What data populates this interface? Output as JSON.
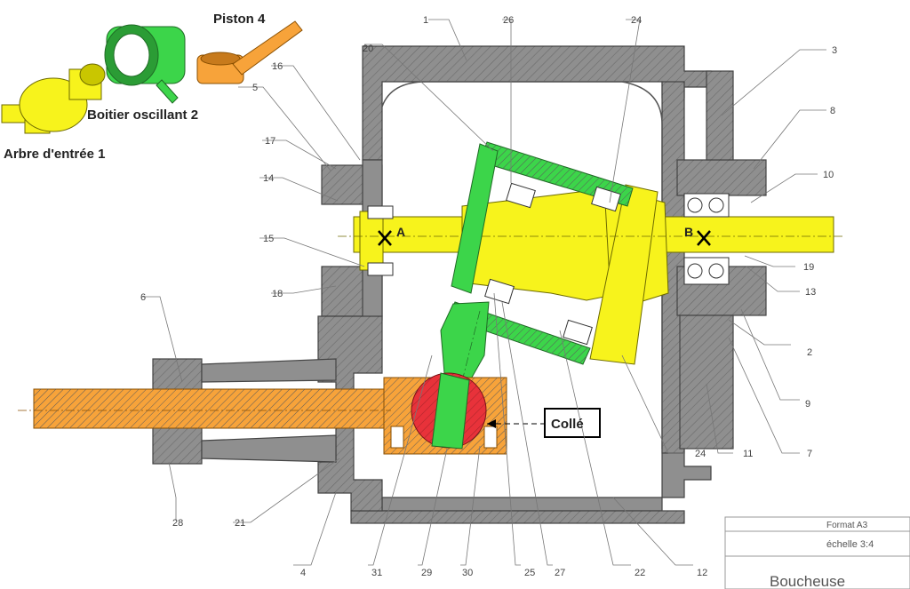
{
  "labels": {
    "piston": "Piston 4",
    "boitier": "Boitier oscillant 2",
    "arbre": "Arbre d'entrée 1",
    "colle": "Collé",
    "point_a": "A",
    "point_b": "B"
  },
  "part_numbers": {
    "n1": "1",
    "n2": "2",
    "n3": "3",
    "n4": "4",
    "n5": "5",
    "n6": "6",
    "n7": "7",
    "n8": "8",
    "n9": "9",
    "n10": "10",
    "n11": "11",
    "n12": "12",
    "n13": "13",
    "n14": "14",
    "n15": "15",
    "n16": "16",
    "n17": "17",
    "n18": "18",
    "n19": "19",
    "n20": "20",
    "n21": "21",
    "n22": "22",
    "n24a": "24",
    "n24b": "24",
    "n25": "25",
    "n26": "26",
    "n27": "27",
    "n28": "28",
    "n29": "29",
    "n30": "30",
    "n31": "31"
  },
  "cartouche": {
    "format": "Format A3",
    "echelle": "échelle 3:4",
    "titre": "Boucheuse"
  },
  "colors": {
    "housing": "#8f8f8f",
    "shaft": "#f7f31c",
    "oscillating_case": "#3cd54a",
    "piston": "#f7a33a",
    "ball": "#e8323a"
  }
}
